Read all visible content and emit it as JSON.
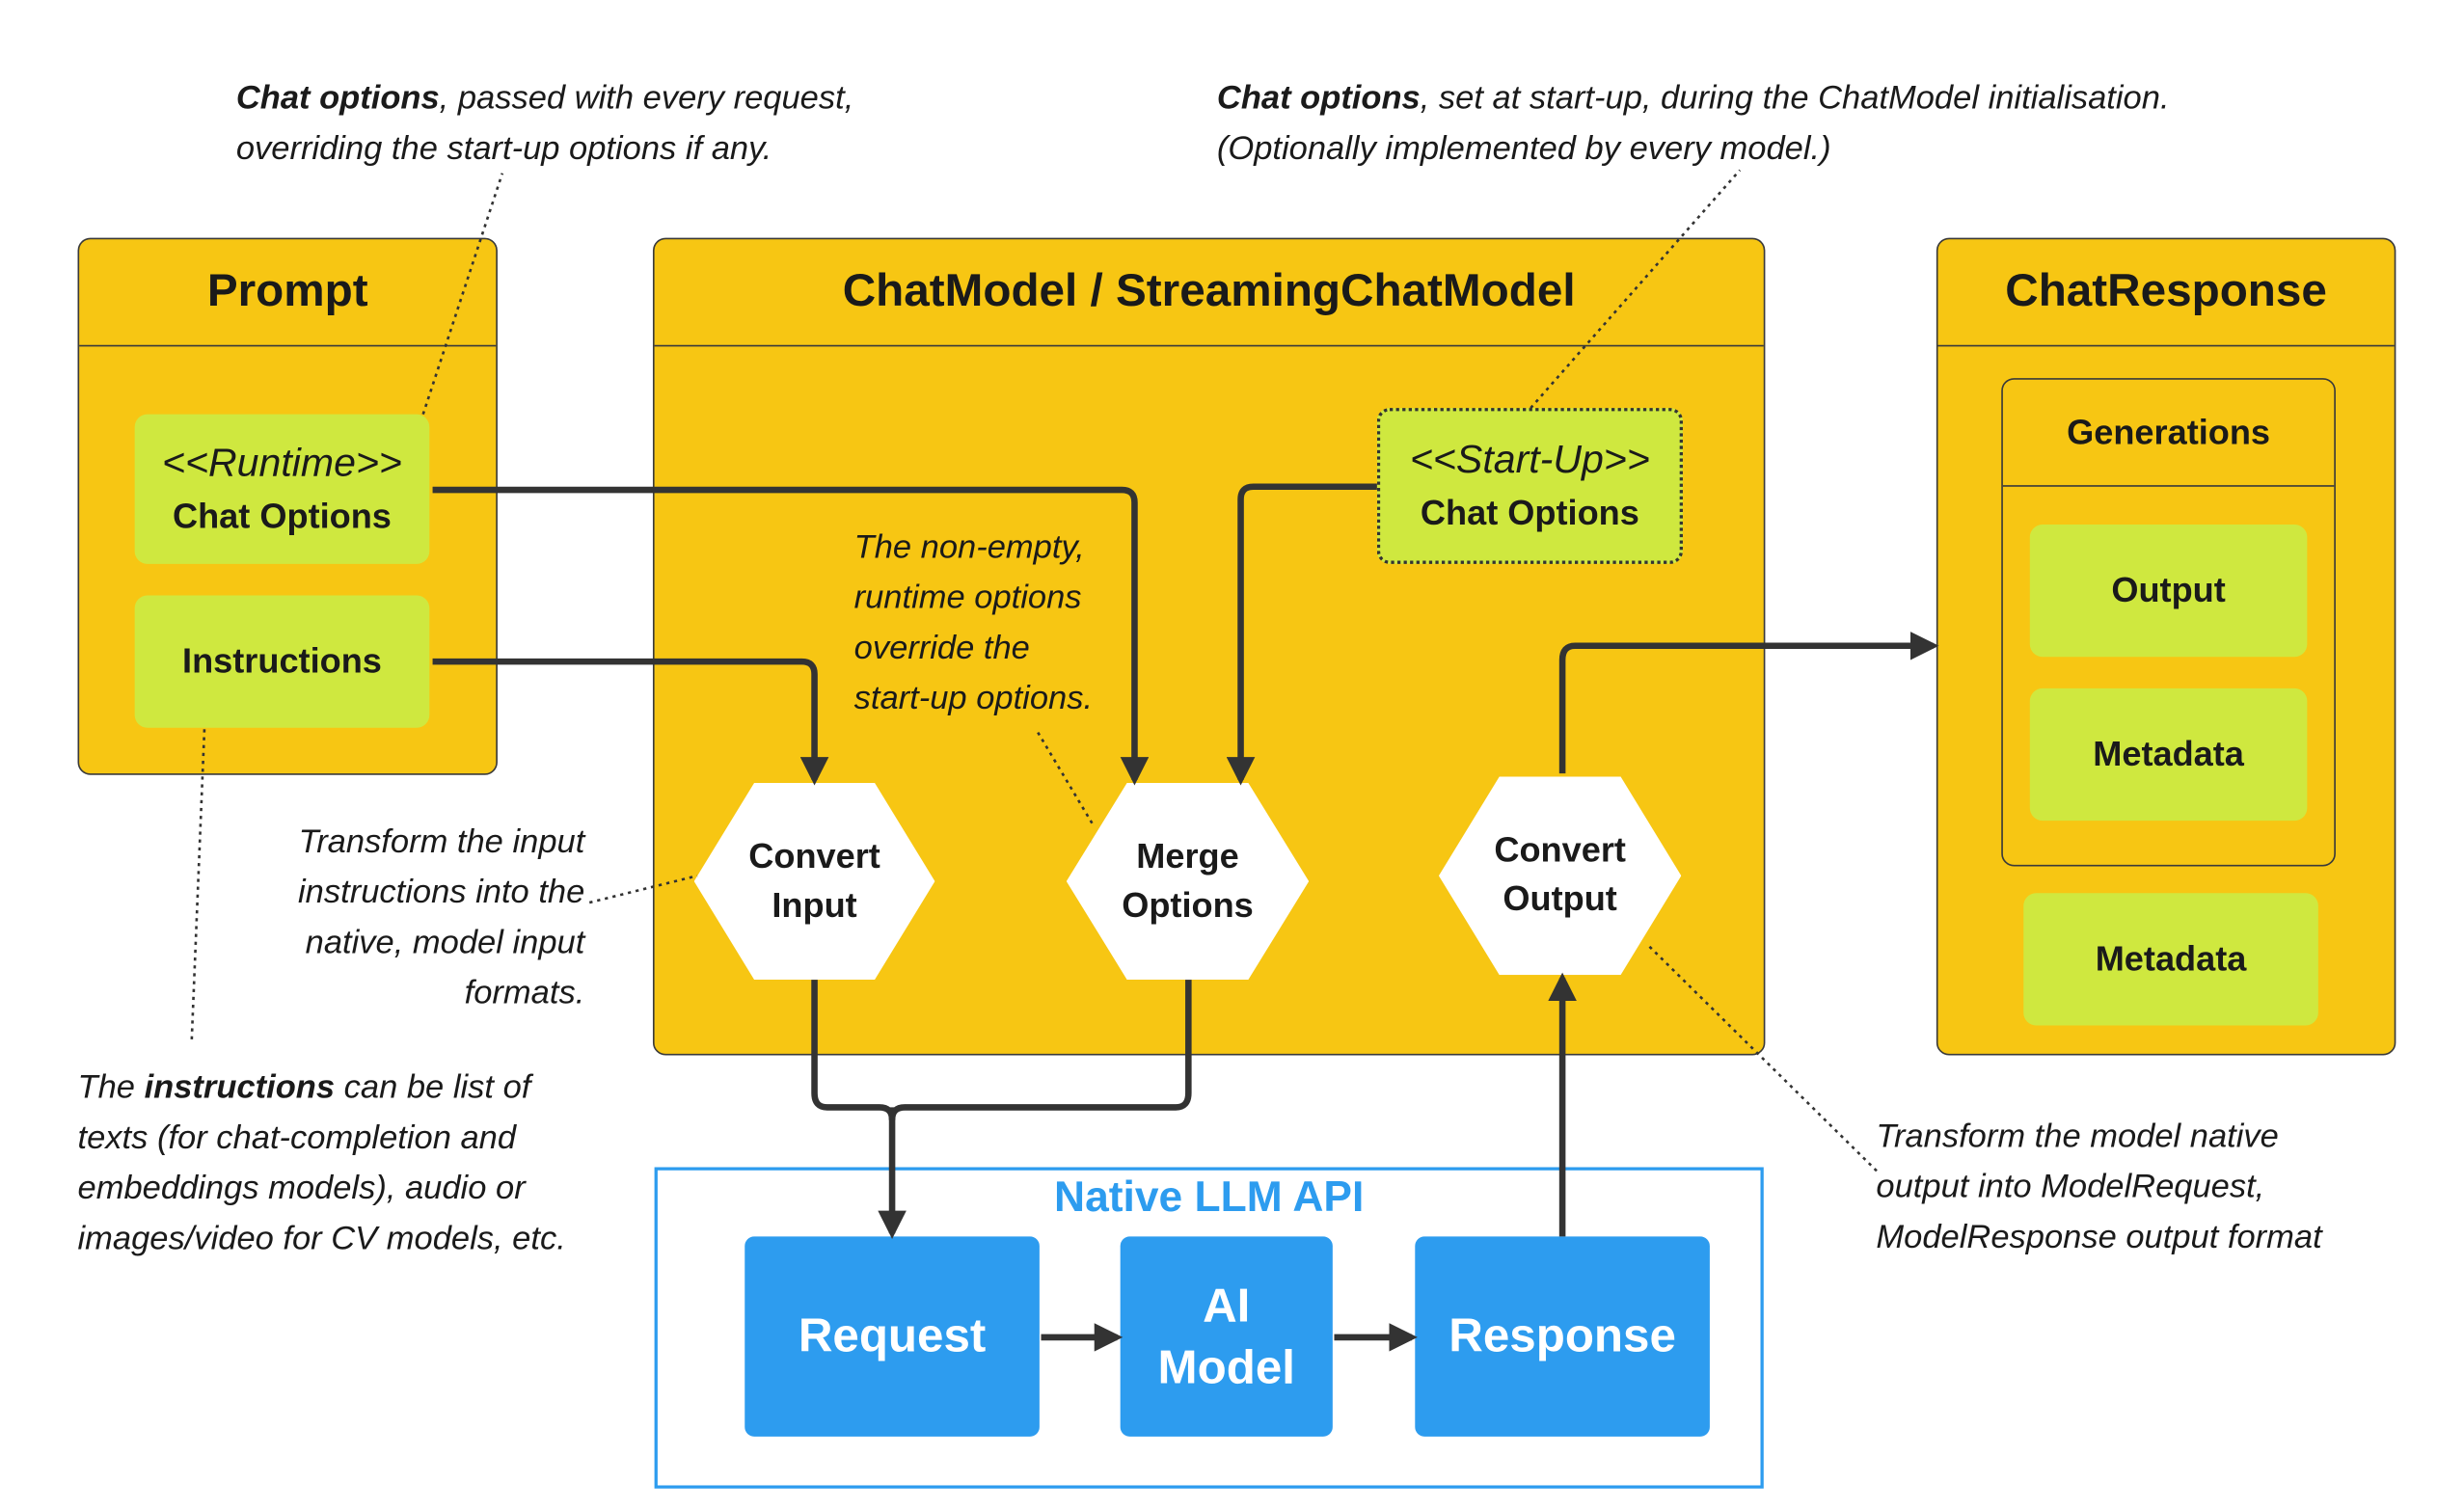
{
  "prompt": {
    "title": "Prompt",
    "runtime_stereotype": "<<Runtime>>",
    "runtime_label": "Chat Options",
    "instructions_label": "Instructions"
  },
  "chat_model": {
    "title": "ChatModel / StreamingChatModel",
    "startup_stereotype": "<<Start-Up>>",
    "startup_label": "Chat Options",
    "convert_input": [
      "Convert",
      "Input"
    ],
    "merge_options": [
      "Merge",
      "Options"
    ],
    "convert_output": [
      "Convert",
      "Output"
    ]
  },
  "chat_response": {
    "title": "ChatResponse",
    "generations_title": "Generations",
    "output_label": "Output",
    "generation_metadata_label": "Metadata",
    "metadata_label": "Metadata"
  },
  "native_api": {
    "title": "Native LLM API",
    "request_label": "Request",
    "model_label": [
      "AI",
      "Model"
    ],
    "response_label": "Response"
  },
  "notes": {
    "runtime_options": {
      "bold": "Chat options",
      "rest_line1": ", passed with every  request,",
      "line2": "overriding the start-up options if any."
    },
    "startup_options": {
      "bold": "Chat options",
      "rest_line1": ", set at start-up, during  the ChatModel initialisation.",
      "line2": "(Optionally implemented by every model.)"
    },
    "merge": [
      "The non-empty,",
      "runtime options",
      "override the",
      "start-up options."
    ],
    "transform_input": [
      "Transform the input",
      "instructions into the",
      "native, model input",
      "formats."
    ],
    "instructions": {
      "line1_pre": "The ",
      "line1_bold": "instructions",
      "line1_post": " can be list of",
      "line2": "texts (for chat-completion and",
      "line3": "embeddings models), audio or",
      "line4": "images/video for CV models, etc."
    },
    "transform_output": [
      "Transform the model native",
      "output into ModelRequest,",
      "ModelResponse output format"
    ]
  },
  "colors": {
    "panel_yellow": "#f7c613",
    "option_green": "#cfe83f",
    "api_blue": "#2d9cef",
    "api_border": "#2d9cef",
    "arrow": "#333333"
  },
  "icons": {
    "arrow": "arrow-right",
    "dotted_leader": "dotted-line"
  }
}
